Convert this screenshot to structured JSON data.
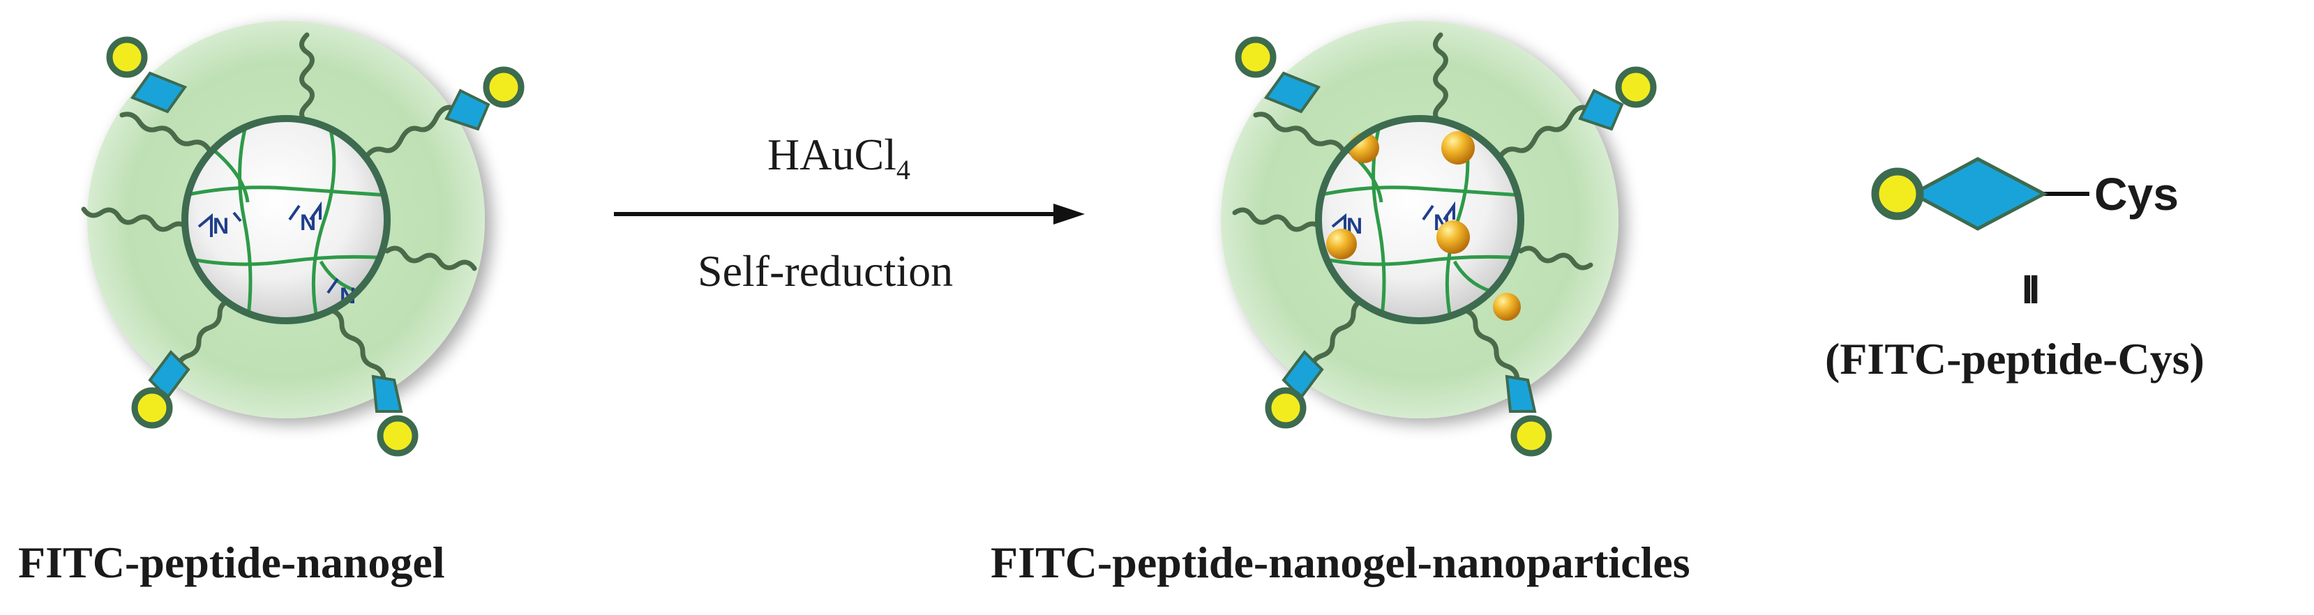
{
  "reaction": {
    "reagent_main": "HAuCl",
    "reagent_sub": "4",
    "condition": "Self-reduction"
  },
  "nanogel_left": {
    "label": "FITC-peptide-nanogel",
    "amine_label": "N"
  },
  "nanogel_right": {
    "label": "FITC-peptide-nanogel-nanoparticles",
    "amine_label": "N"
  },
  "legend": {
    "cys_label": "Cys",
    "symbol_label": "II",
    "name": "(FITC-peptide-Cys)"
  },
  "colors": {
    "halo": "#bfe0b5",
    "core_border": "#3d6b4f",
    "mesh": "#2e9a48",
    "amine": "#1f3f8a",
    "fitc_circle": "#f2ec1f",
    "fitc_border": "#3d6b4f",
    "peptide_diamond": "#1aa3d9",
    "linker": "#4a6b4a",
    "gold": "#e8a41a"
  }
}
